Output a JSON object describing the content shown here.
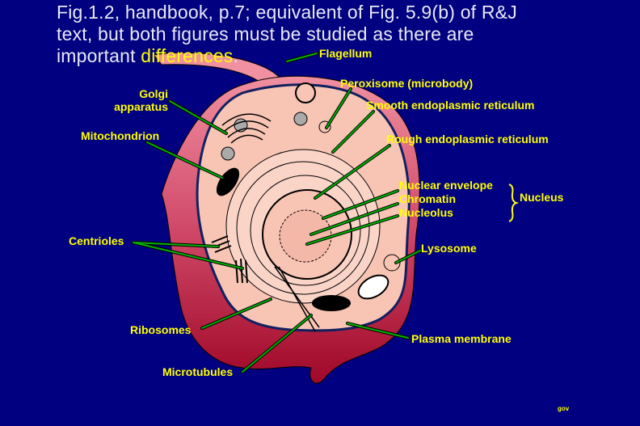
{
  "title": {
    "line1": "Fig.1.2, handbook, p.7; equivalent of Fig. 5.9(b) of R&J",
    "line2": "text, but both figures must be studied as there are",
    "line3_prefix": "important ",
    "highlight": "differences",
    "line3_suffix": "."
  },
  "labels": {
    "flagellum": "Flagellum",
    "golgi_1": "Golgi",
    "golgi_2": "apparatus",
    "peroxisome": "Peroxisome (microbody)",
    "smooth_er": "Smooth endoplasmic reticulum",
    "mitochondrion": "Mitochondrion",
    "rough_er": "Rough endoplasmic reticulum",
    "nuclear_envelope": "Nuclear envelope",
    "chromatin": "Chromatin",
    "nucleolus": "Nucleolus",
    "nucleus": "Nucleus",
    "centrioles": "Centrioles",
    "lysosome": "Lysosome",
    "ribosomes": "Ribosomes",
    "plasma_membrane": "Plasma membrane",
    "microtubules": "Microtubules"
  },
  "footer": {
    "initials": "gov"
  },
  "colors": {
    "background": "#000080",
    "label": "#ffff00",
    "leader": "#00b000",
    "cytoplasm": "#f8c4b4",
    "membrane": "#c83058"
  }
}
